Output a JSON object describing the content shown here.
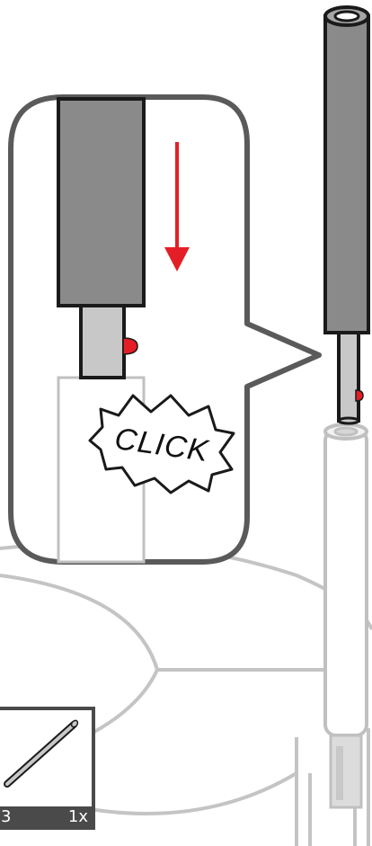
{
  "callout": {
    "sound_text": "CLICK"
  },
  "part_box": {
    "part_number": "3",
    "quantity": "1x"
  },
  "colors": {
    "outline": "#5a5a5a",
    "tube_dark": "#8a8a8a",
    "tube_light": "#c8c8c8",
    "ghost": "#bdbdbd",
    "accent_red": "#e41e26"
  }
}
